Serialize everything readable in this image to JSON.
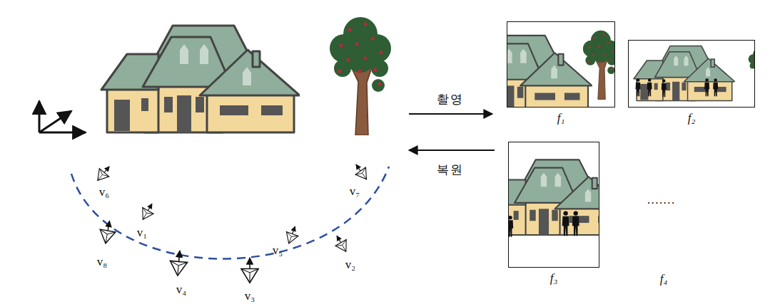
{
  "diagram": {
    "nodes": [
      {
        "text": [
          "f₁"
        ]
      },
      {
        "text": [
          "f₂"
        ]
      },
      {
        "text": [
          "f₃"
        ]
      }
    ],
    "labels": [
      "촬영",
      "복원",
      "v₁",
      "v₂",
      "v₃",
      "v₄",
      "v₅",
      "v₆",
      "v₇",
      "v₈",
      "f₄",
      "·······"
    ]
  }
}
